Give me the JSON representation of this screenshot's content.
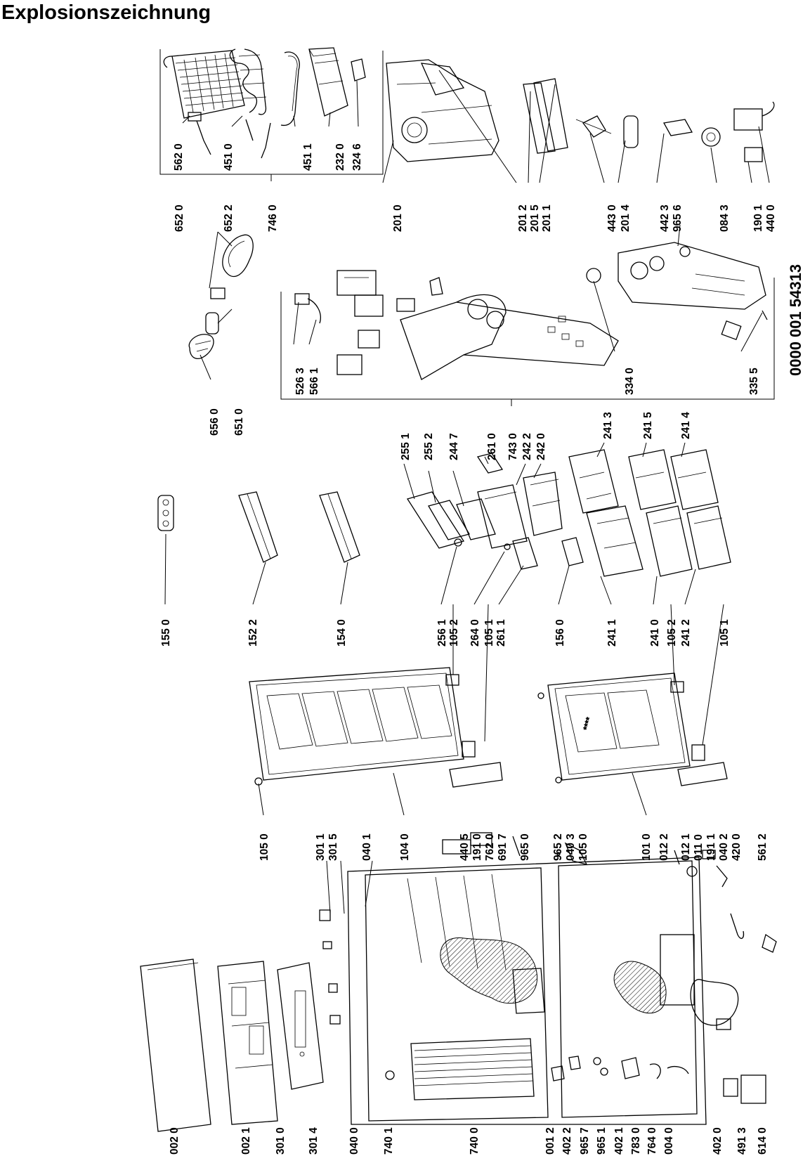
{
  "title": "Explosionszeichnung",
  "document_number": "0000 001 54313",
  "labels": {
    "top_group": [
      "562 0",
      "451 0",
      "451 1",
      "232 0",
      "324 6"
    ],
    "top_group_total": "746 0",
    "evap_left": [
      "652 0",
      "652 2"
    ],
    "evap_bottom": [
      "656 0",
      "651 0"
    ],
    "housing_right": [
      "201 0",
      "201 2",
      "201 5",
      "201 1",
      "443 0",
      "201 4",
      "442 3",
      "965 6",
      "084 3",
      "190 1",
      "440 0"
    ],
    "mid_group": [
      "526 3",
      "566 1",
      "334 0",
      "335 5"
    ],
    "mid_group_total": "743 0",
    "shelves_right": [
      "255 1",
      "255 2",
      "244 7",
      "261 0",
      "242 2",
      "242 0",
      "241 3",
      "241 5",
      "241 4"
    ],
    "door_bins": [
      "155 0",
      "152 2",
      "154 0"
    ],
    "shelves_left": [
      "256 1",
      "105 2",
      "264 0",
      "105 1",
      "261 1",
      "156 0",
      "241 1",
      "241 0",
      "105 2",
      "241 2",
      "105 1"
    ],
    "doors": [
      "105 0",
      "104 0",
      "101 0"
    ],
    "door_parts": [
      "440 5",
      "191 0",
      "762 0",
      "691 7",
      "965 0",
      "965 2",
      "040 3",
      "105 0",
      "012 2",
      "012 1",
      "011 0",
      "191 1",
      "040 2",
      "420 0",
      "561 2"
    ],
    "cabinet_top": [
      "301 1",
      "301 5",
      "040 1"
    ],
    "cabinet_left": [
      "002 0",
      "002 1",
      "301 0",
      "301 4",
      "040 0",
      "740 1",
      "740 0",
      "001 2",
      "402 2",
      "965 7",
      "965 1",
      "402 1",
      "783 0",
      "764 0",
      "004 0",
      "402 0",
      "491 3",
      "614 0"
    ]
  }
}
